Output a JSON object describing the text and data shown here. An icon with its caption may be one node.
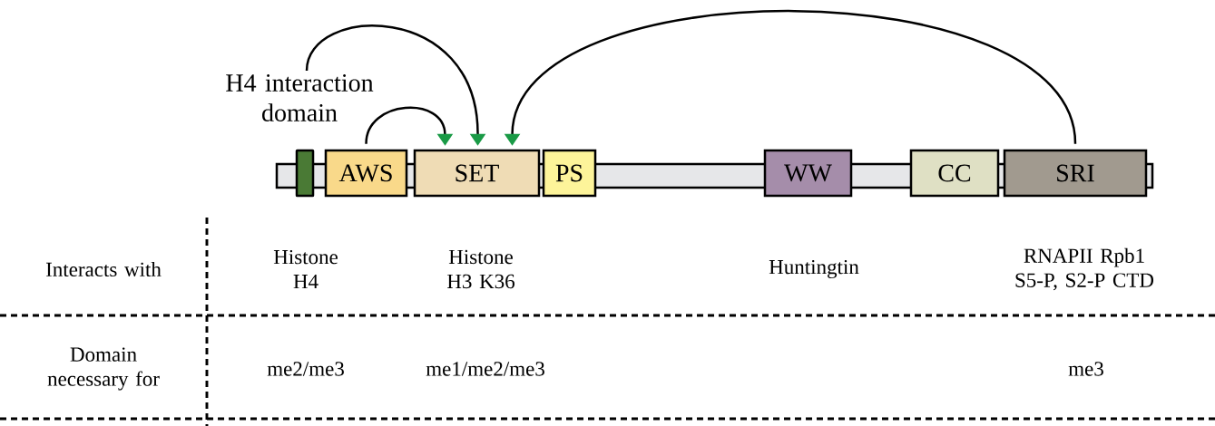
{
  "diagram": {
    "nodes": [
      {
        "text": [],
        "shape": "bar"
      },
      {
        "text": [],
        "shape": "box"
      },
      {
        "text": [
          "AWS"
        ]
      },
      {
        "text": [
          "SET"
        ]
      },
      {
        "text": [
          "PS"
        ]
      },
      {
        "text": [
          "WW"
        ]
      },
      {
        "text": [
          "CC"
        ]
      },
      {
        "text": [
          "SRI"
        ]
      },
      {
        "text": [
          "H4 interaction domain"
        ]
      }
    ],
    "edges": [
      {
        "from": 2,
        "to": 3,
        "arrow": "to"
      },
      {
        "from": 8,
        "to": 3,
        "arrow": "to"
      },
      {
        "from": 7,
        "to": 3,
        "arrow": "to"
      }
    ],
    "labels": [
      "Interacts with",
      "Histone H4",
      "Histone H3 K36",
      "Huntingtin",
      "RNAPII Rpb1 S5-P, S2-P CTD",
      "Domain necessary for",
      "me2/me3",
      "me1/me2/me3",
      "me3"
    ]
  }
}
